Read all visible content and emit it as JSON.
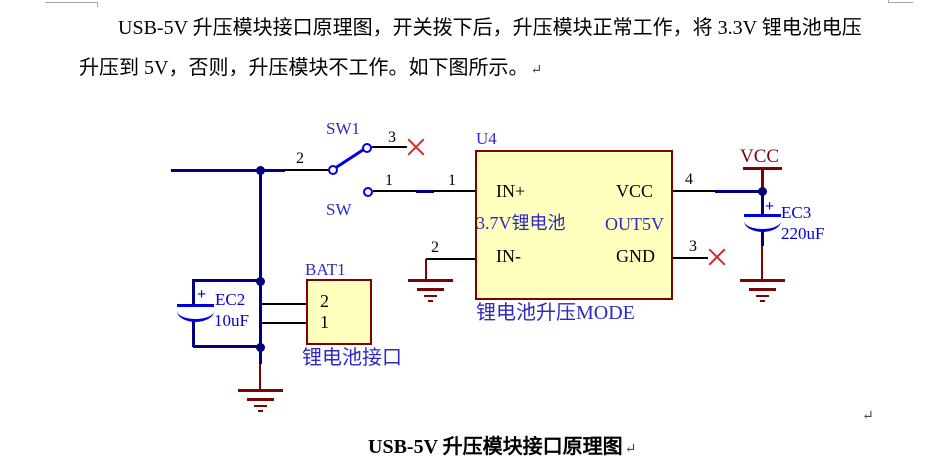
{
  "document": {
    "paragraph_line1": "USB-5V 升压模块接口原理图，开关拨下后，升压模块正常工作，将 3.3V 锂电池电压",
    "paragraph_line2": "升压到 5V，否则，升压模块不工作。如下图所示。",
    "caption": "USB-5V 升压模块接口原理图",
    "return_mark": "↵"
  },
  "schematic": {
    "switch": {
      "designator": "SW1",
      "name_label": "SW",
      "pin2_num": "2",
      "pin3_num": "3",
      "pin1_num_a": "1",
      "pin1_num_b": "1"
    },
    "ic": {
      "designator": "U4",
      "pin_in_plus": "IN+",
      "pin_in_minus": "IN-",
      "pin_vcc": "VCC",
      "pin_gnd": "GND",
      "center_left": "3.7V锂电池",
      "center_right": "OUT5V",
      "subtitle": "锂电池升压MODE",
      "pin2_num": "2",
      "pin3_num": "3",
      "pin4_num": "4"
    },
    "battery": {
      "designator": "BAT1",
      "pin2": "2",
      "pin1": "1",
      "subtitle": "锂电池接口"
    },
    "cap_ec2": {
      "designator": "EC2",
      "value": "10uF",
      "plus": "+"
    },
    "cap_ec3": {
      "designator": "EC3",
      "value": "220uF",
      "plus": "+"
    },
    "power": {
      "vcc": "VCC"
    },
    "colors": {
      "wire_navy": "#00007d",
      "symbol_blue": "#0000e0",
      "label_blue": "#2b2bc4",
      "dark_red": "#7d0202",
      "no_connect_red": "#d42a2a",
      "part_fill": "#ffffbe"
    }
  }
}
